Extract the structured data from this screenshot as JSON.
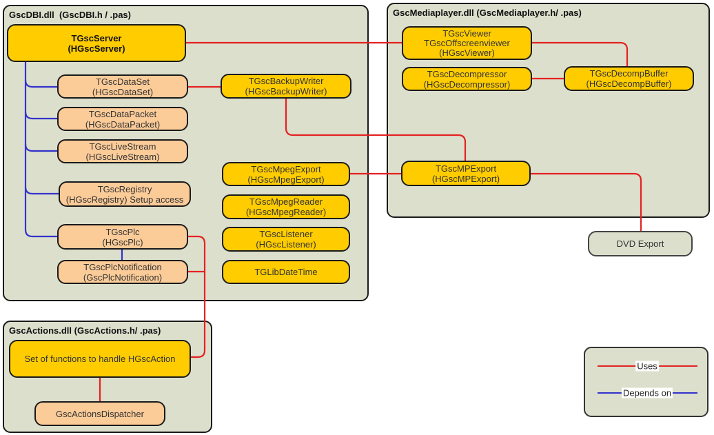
{
  "containers": {
    "dbi": {
      "title": "GscDBI.dll  (GscDBI.h / .pas)"
    },
    "media": {
      "title": "GscMediaplayer.dll (GscMediaplayer.h/ .pas)"
    },
    "actions": {
      "title": "GscActions.dll (GscActions.h/ .pas)"
    }
  },
  "nodes": {
    "server": {
      "line1": "TGscServer",
      "line2": "(HGscServer)"
    },
    "dataset": {
      "line1": "TGscDataSet",
      "line2": "(HGscDataSet)"
    },
    "datapacket": {
      "line1": "TGscDataPacket",
      "line2": "(HGscDataPacket)"
    },
    "livestream": {
      "line1": "TGscLiveStream",
      "line2": "(HGscLiveStream)"
    },
    "registry": {
      "line1": "TGscRegistry",
      "line2": "(HGscRegistry) Setup access"
    },
    "plc": {
      "line1": "TGscPlc",
      "line2": "(HGscPlc)"
    },
    "plcnotification": {
      "line1": "TGscPlcNotification",
      "line2": "(GscPlcNotification)"
    },
    "backupwriter": {
      "line1": "TGscBackupWriter",
      "line2": "(HGscBackupWriter)"
    },
    "mpegexport": {
      "line1": "TGscMpegExport",
      "line2": "(HGscMpegExport)"
    },
    "mpegreader": {
      "line1": "TGscMpegReader",
      "line2": "(HGscMpegReader)"
    },
    "listener": {
      "line1": "TGscListener",
      "line2": "(HGscListener)"
    },
    "libdatetime": {
      "line1": "TGLibDateTime"
    },
    "viewer": {
      "line1": "TGscViewer",
      "line2": "TGscOffscreenviewer",
      "line3": "(HGscViewer)"
    },
    "decompressor": {
      "line1": "TGscDecompressor",
      "line2": "(HGscDecompressor)"
    },
    "decompbuffer": {
      "line1": "TGscDecompBuffer",
      "line2": "(HGscDecompBuffer)"
    },
    "mpexport": {
      "line1": "TGscMPExport",
      "line2": "(HGscMPExport)"
    },
    "dvdexport": {
      "line1": "DVD Export"
    },
    "actionsset": {
      "line1": "Set of functions to handle HGscAction"
    },
    "dispatcher": {
      "line1": "GscActionsDispatcher"
    }
  },
  "legend": {
    "uses_label": "Uses",
    "depends_label": "Depends on"
  },
  "colors": {
    "uses": "#e32222",
    "depends": "#3232cc",
    "container_fill": "#dcdfcc",
    "gold_fill": "#ffcc00",
    "peach_fill": "#fbcb98",
    "border": "#1a1a1a",
    "page_background": "#ffffff"
  },
  "edges": [
    {
      "type": "uses",
      "from": "TGscServer",
      "to": "TGscViewer"
    },
    {
      "type": "uses",
      "from": "TGscDataSet",
      "to": "TGscBackupWriter"
    },
    {
      "type": "uses",
      "from": "TGscBackupWriter",
      "to": "TGscMPExport"
    },
    {
      "type": "uses",
      "from": "TGscMpegExport",
      "to": "TGscMPExport"
    },
    {
      "type": "uses",
      "from": "TGscViewer",
      "to": "TGscDecompBuffer"
    },
    {
      "type": "uses",
      "from": "TGscDecompressor",
      "to": "TGscDecompBuffer"
    },
    {
      "type": "uses",
      "from": "TGscMPExport",
      "to": "DVD Export"
    },
    {
      "type": "uses",
      "from": "TGscPlc",
      "to": "Set of functions to handle HGscAction"
    },
    {
      "type": "uses",
      "from": "TGscPlcNotification",
      "to": "Set of functions to handle HGscAction"
    },
    {
      "type": "uses",
      "from": "Set of functions to handle HGscAction",
      "to": "GscActionsDispatcher"
    },
    {
      "type": "depends",
      "from": "TGscServer",
      "to": "TGscDataSet"
    },
    {
      "type": "depends",
      "from": "TGscServer",
      "to": "TGscDataPacket"
    },
    {
      "type": "depends",
      "from": "TGscServer",
      "to": "TGscLiveStream"
    },
    {
      "type": "depends",
      "from": "TGscServer",
      "to": "TGscRegistry"
    },
    {
      "type": "depends",
      "from": "TGscServer",
      "to": "TGscPlc"
    },
    {
      "type": "depends",
      "from": "TGscPlc",
      "to": "TGscPlcNotification"
    }
  ]
}
